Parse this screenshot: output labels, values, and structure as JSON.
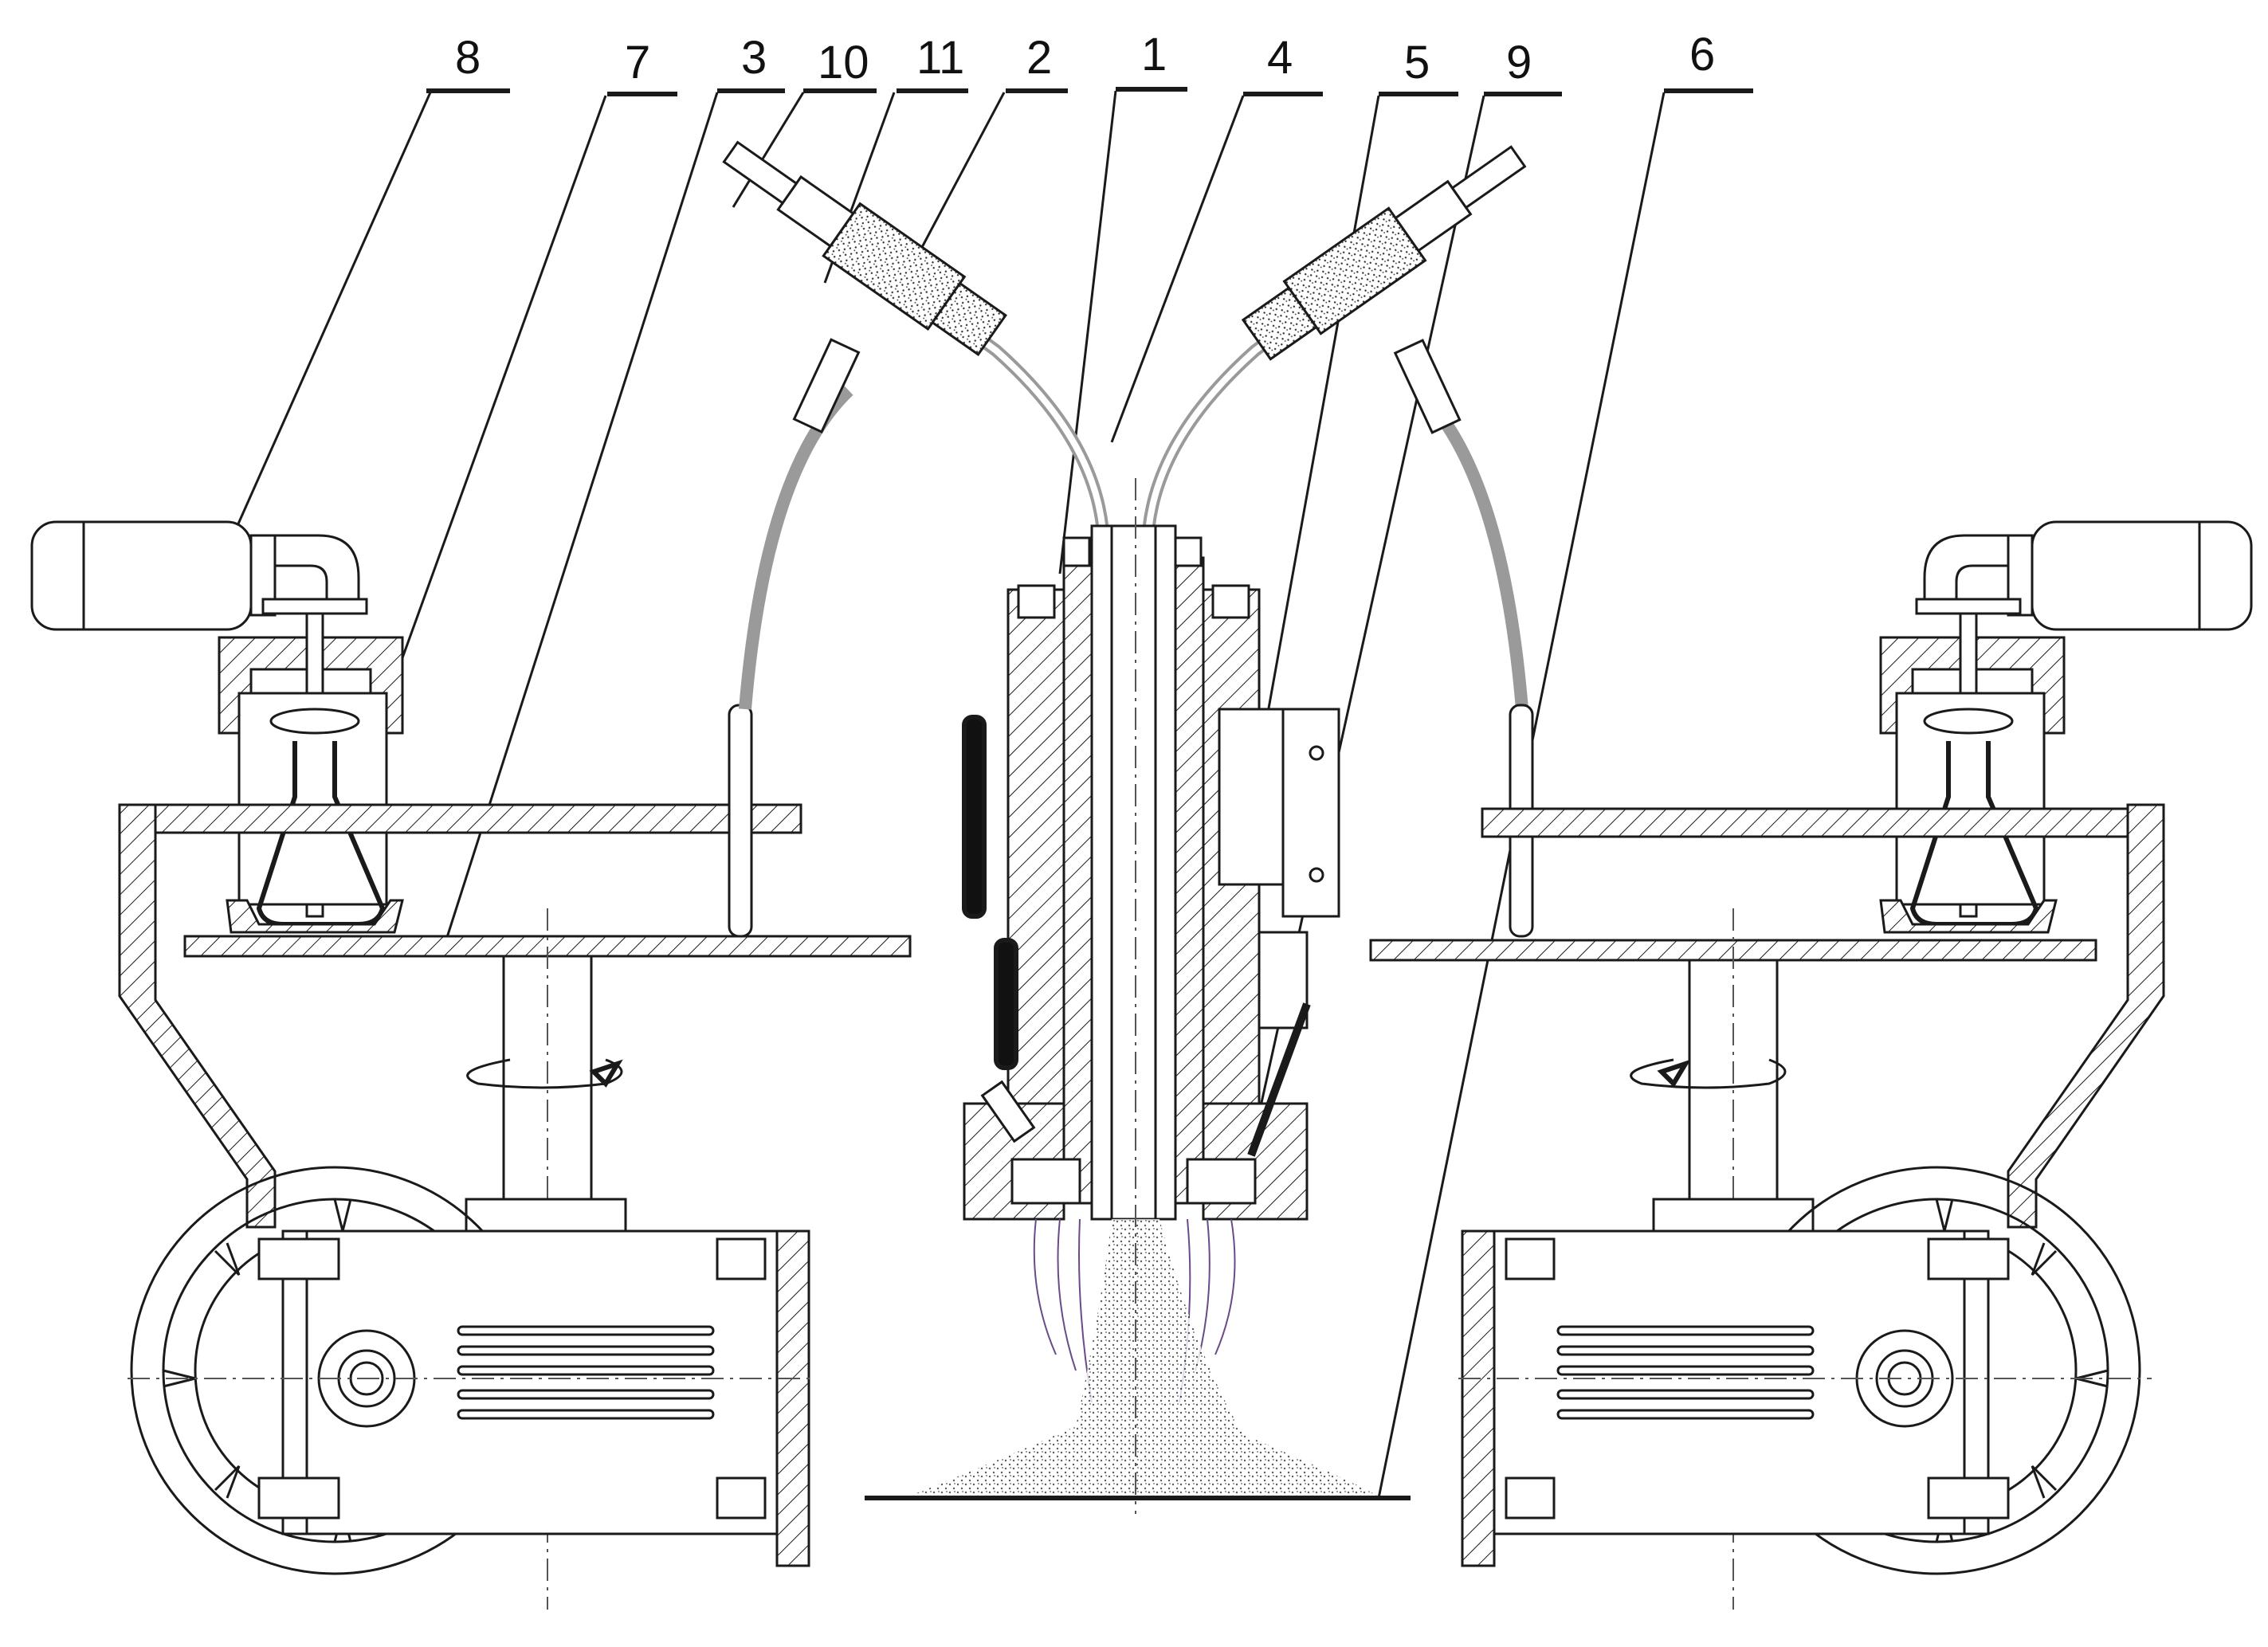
{
  "labels": {
    "l8": "8",
    "l7": "7",
    "l3": "3",
    "l10": "10",
    "l11": "11",
    "l2": "2",
    "l1": "1",
    "l4": "4",
    "l5": "5",
    "l9": "9",
    "l6": "6"
  },
  "colors": {
    "line": "#1a1a1a",
    "tube": "#9a9a9a",
    "wire": "#6a4a8a",
    "powder": "#777777",
    "background": "#ffffff"
  }
}
